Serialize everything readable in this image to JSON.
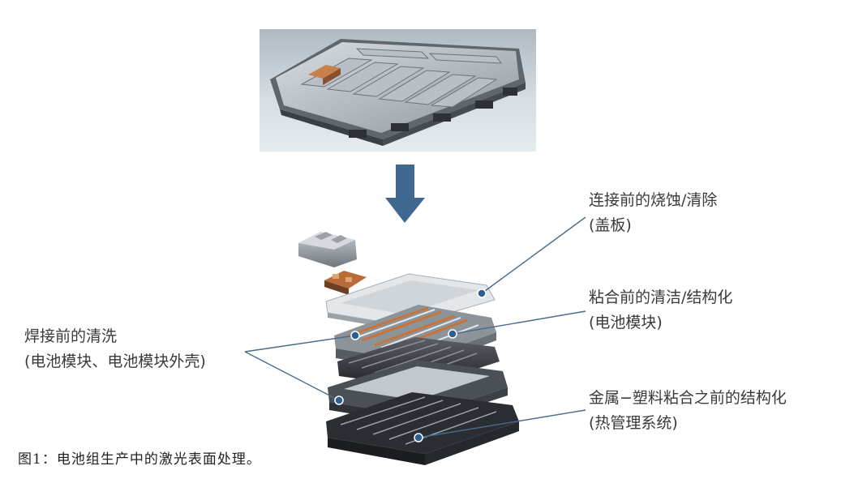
{
  "callouts": {
    "cover": {
      "line1": "连接前的烧蚀/清除",
      "line2": "(盖板)"
    },
    "module": {
      "line1": "粘合前的清洁/结构化",
      "line2": "(电池模块)"
    },
    "weld": {
      "line1": "焊接前的清洗",
      "line2": "(电池模块、电池模块外壳)"
    },
    "thermal": {
      "line1": "金属−塑料粘合之前的结构化",
      "line2": "(热管理系统)"
    }
  },
  "caption": "图1：电池组生产中的激光表面处理。",
  "colors": {
    "arrow": "#3f6990",
    "callout_line": "#4a6b8a",
    "dot": "#2f5f8f",
    "photo_bg": "#cdd6dc"
  }
}
